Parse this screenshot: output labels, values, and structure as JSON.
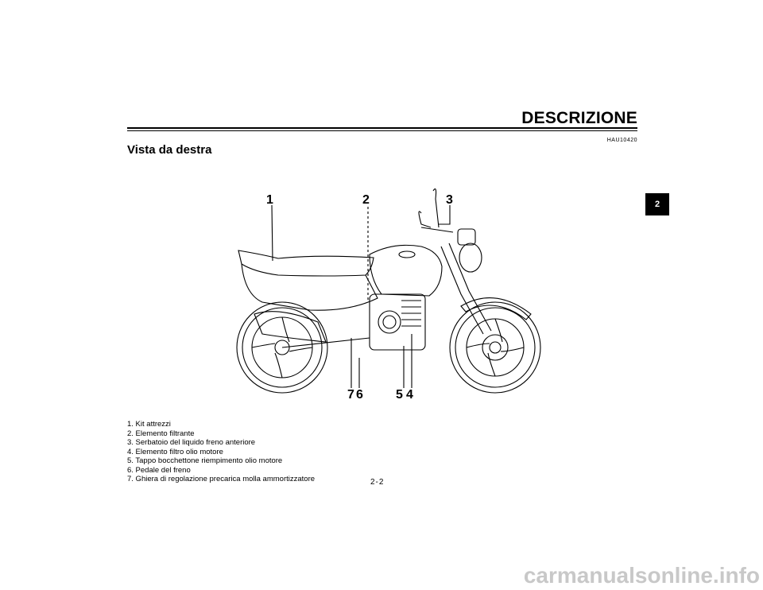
{
  "header": {
    "title": "DESCRIZIONE",
    "code": "HAU10420"
  },
  "section": {
    "title": "Vista da destra"
  },
  "chapter_tab": "2",
  "callouts": {
    "c1": "1",
    "c2": "2",
    "c3": "3",
    "c7": "7",
    "c6": "6",
    "c5": "5",
    "c4": "4"
  },
  "legend": [
    "1. Kit attrezzi",
    "2. Elemento filtrante",
    "3. Serbatoio del liquido freno anteriore",
    "4. Elemento filtro olio motore",
    "5. Tappo bocchettone riempimento olio motore",
    "6. Pedale del freno",
    "7. Ghiera di regolazione precarica molla ammortizzatore"
  ],
  "page_number": "2-2",
  "watermark": "carmanualsonline.info"
}
